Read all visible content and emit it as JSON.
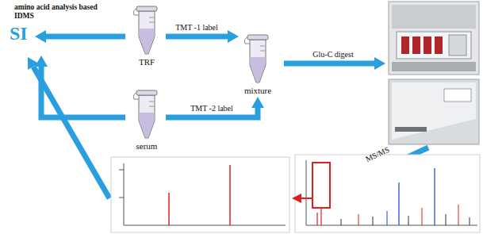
{
  "diagram": {
    "nodes": [
      {
        "text": [
          "TRF"
        ]
      },
      {
        "text": [
          "serum"
        ]
      },
      {
        "text": [
          "mixture"
        ]
      }
    ],
    "edges": [
      {
        "from": 0,
        "to": 2,
        "arrow": "to",
        "label": "TMT -1 label"
      },
      {
        "from": 1,
        "to": 2,
        "arrow": "to",
        "label": "TMT -2 label"
      }
    ],
    "labels": [
      "amino acid analysis based IDMS",
      "SI",
      "Glu-C digest",
      "MS/MS"
    ]
  }
}
